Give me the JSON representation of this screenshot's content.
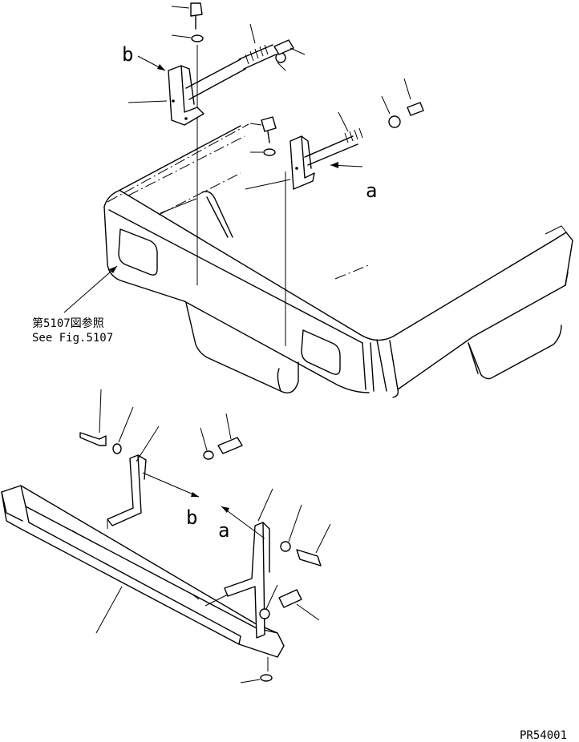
{
  "labels": {
    "callout_a_top": "a",
    "callout_b_top": "b",
    "callout_a_bottom": "a",
    "callout_b_bottom": "b",
    "reference_jp": "第5107図参照",
    "reference_en": "See Fig.5107",
    "drawing_number": "PR54001"
  }
}
